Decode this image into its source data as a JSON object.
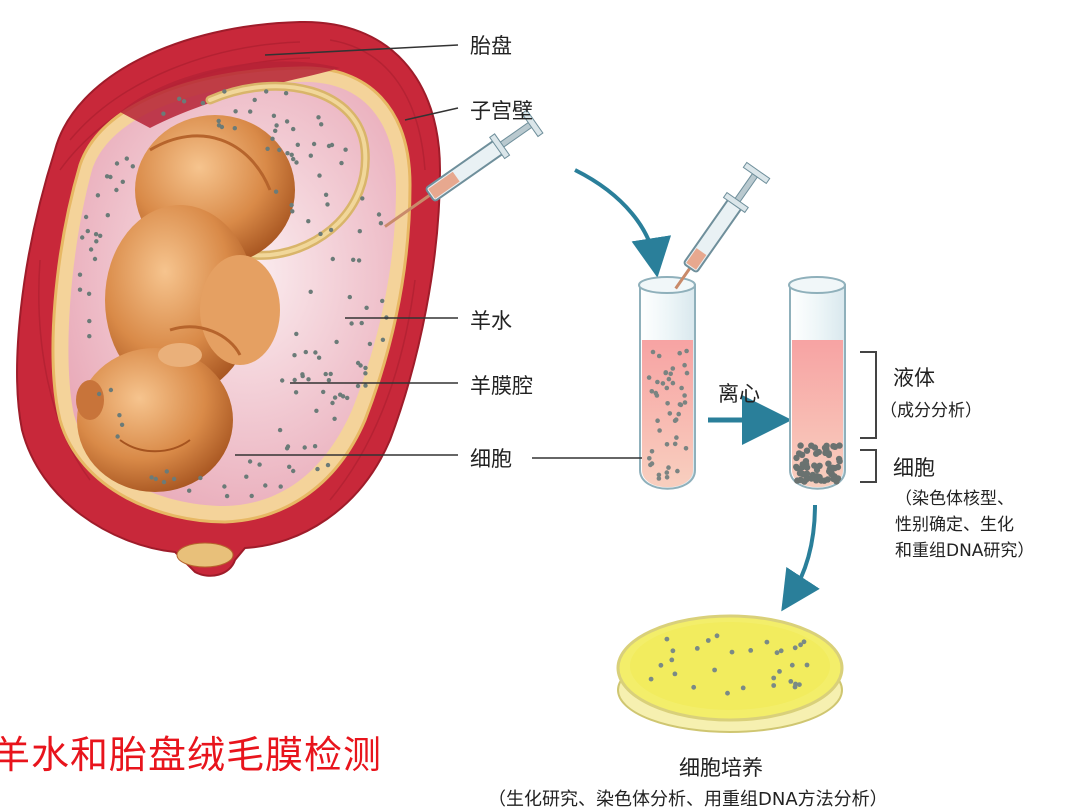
{
  "labels": {
    "placenta": "胎盘",
    "uterine_wall": "子宫壁",
    "amniotic_fluid": "羊水",
    "amniotic_cavity": "羊膜腔",
    "cells": "细胞",
    "centrifuge": "离心",
    "liquid": "液体",
    "liquid_note": "（成分分析）",
    "cells_right": "细胞",
    "cells_note": [
      "（染色体核型、",
      "性别确定、生化",
      "和重组DNA研究）"
    ],
    "culture": "细胞培养",
    "culture_note": "（生化研究、染色体分析、用重组DNA方法分析）"
  },
  "title": "羊水和胎盘绒毛膜检测",
  "colors": {
    "title": "#e8141c",
    "uterus": "#c8283a",
    "arrow": "#2a7f9a",
    "culture_medium": "#f3ee6a",
    "fluid_pink": "#f6b8b0"
  }
}
